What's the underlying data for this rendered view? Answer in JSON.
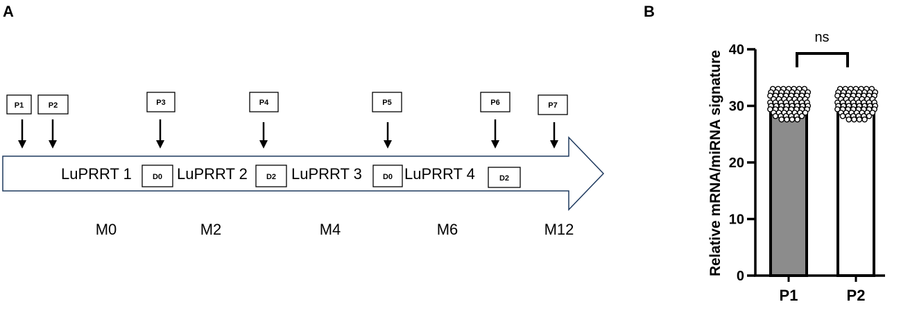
{
  "panel_a": {
    "letter": "A",
    "timepoints": [
      {
        "label": "P1"
      },
      {
        "label": "P2"
      },
      {
        "label": "P3"
      },
      {
        "label": "P4"
      },
      {
        "label": "P5"
      },
      {
        "label": "P6"
      },
      {
        "label": "P7"
      }
    ],
    "cycles": [
      {
        "label": "LuPRRT 1",
        "dose": "D0"
      },
      {
        "label": "LuPRRT 2",
        "dose": "D2"
      },
      {
        "label": "LuPRRT 3",
        "dose": "D0"
      },
      {
        "label": "LuPRRT 4",
        "dose": "D2"
      }
    ],
    "months": [
      "M0",
      "M2",
      "M4",
      "M6",
      "M12"
    ]
  },
  "panel_b": {
    "letter": "B",
    "significance": "ns",
    "chart_data": {
      "type": "bar",
      "categories": [
        "P1",
        "P2"
      ],
      "values": [
        30.2,
        29.8
      ],
      "bar_colors": [
        "#8c8c8c",
        "#ffffff"
      ],
      "ylabel": "Relative mRNA/miRNA  signature",
      "ylim": [
        0,
        40
      ],
      "yticks": [
        0,
        10,
        20,
        30,
        40
      ],
      "ytick_labels": [
        "0",
        "10",
        "20",
        "30",
        "40"
      ],
      "error_bars": "present",
      "points": "individual samples overlaid as open circles",
      "grid": false,
      "legend": "none"
    }
  }
}
